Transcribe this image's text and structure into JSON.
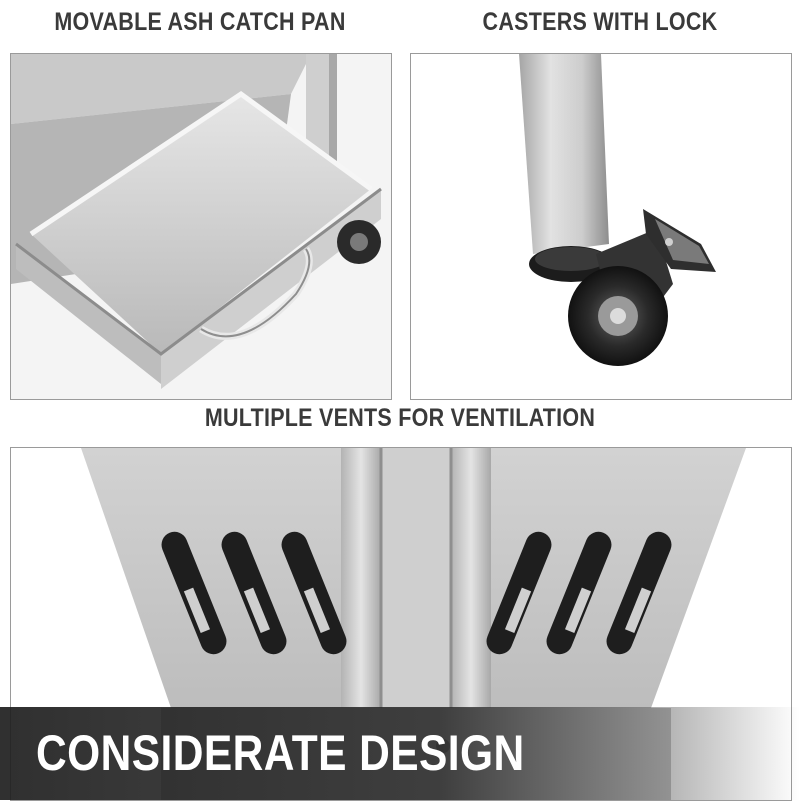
{
  "panels": {
    "ash_pan": {
      "caption": "MOVABLE ASH CATCH PAN"
    },
    "casters": {
      "caption": "CASTERS WITH LOCK"
    },
    "vents": {
      "caption": "MULTIPLE VENTS FOR VENTILATION"
    }
  },
  "banner": {
    "title": "CONSIDERATE DESIGN"
  },
  "colors": {
    "caption_text": "#3a3a3a",
    "banner_bg": "#262626",
    "banner_text": "#ffffff",
    "steel_light": "#d9d9d9",
    "steel_mid": "#bdbdbd",
    "steel_dark": "#8a8a8a",
    "rubber": "#1a1a1a"
  }
}
